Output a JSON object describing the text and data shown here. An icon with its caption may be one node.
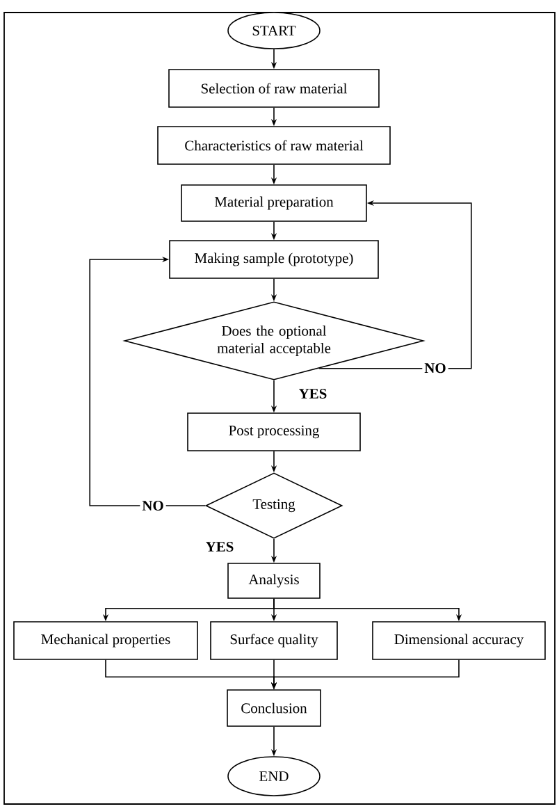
{
  "diagram": {
    "nodes": [
      {
        "text": [
          "START"
        ]
      },
      {
        "text": [
          "Selection of raw material"
        ]
      },
      {
        "text": [
          "Characteristics of raw material"
        ]
      },
      {
        "text": [
          "Material preparation"
        ]
      },
      {
        "text": [
          "Making sample (prototype)"
        ]
      },
      {
        "text": [
          "Does the optional material acceptable"
        ]
      },
      {
        "text": [
          "Post processing"
        ]
      },
      {
        "text": [
          "Testing"
        ]
      },
      {
        "text": [
          "Analysis"
        ]
      },
      {
        "text": [
          "Mechanical properties"
        ]
      },
      {
        "text": [
          "Surface quality"
        ]
      },
      {
        "text": [
          "Dimensional accuracy"
        ]
      },
      {
        "text": [
          "Conclusion"
        ]
      },
      {
        "text": [
          "END"
        ]
      }
    ],
    "edges": [
      {
        "from": 0,
        "to": 1,
        "arrow": "to"
      },
      {
        "from": 1,
        "to": 2,
        "arrow": "to"
      },
      {
        "from": 2,
        "to": 3,
        "arrow": "to"
      },
      {
        "from": 3,
        "to": 4,
        "arrow": "to"
      },
      {
        "from": 4,
        "to": 5,
        "arrow": "to"
      },
      {
        "from": 5,
        "to": 6,
        "arrow": "to",
        "label": "YES"
      },
      {
        "from": 5,
        "to": 3,
        "arrow": "to",
        "label": "NO"
      },
      {
        "from": 6,
        "to": 7,
        "arrow": "to"
      },
      {
        "from": 7,
        "to": 4,
        "arrow": "to",
        "label": "NO"
      },
      {
        "from": 7,
        "to": 8,
        "arrow": "to",
        "label": "YES"
      },
      {
        "from": 8,
        "to": 9,
        "arrow": "to"
      },
      {
        "from": 8,
        "to": 10,
        "arrow": "to"
      },
      {
        "from": 8,
        "to": 11,
        "arrow": "to"
      },
      {
        "from": 9,
        "to": 12,
        "arrow": "to"
      },
      {
        "from": 10,
        "to": 12,
        "arrow": "to"
      },
      {
        "from": 11,
        "to": 12,
        "arrow": "to"
      },
      {
        "from": 12,
        "to": 13,
        "arrow": "to"
      }
    ]
  }
}
